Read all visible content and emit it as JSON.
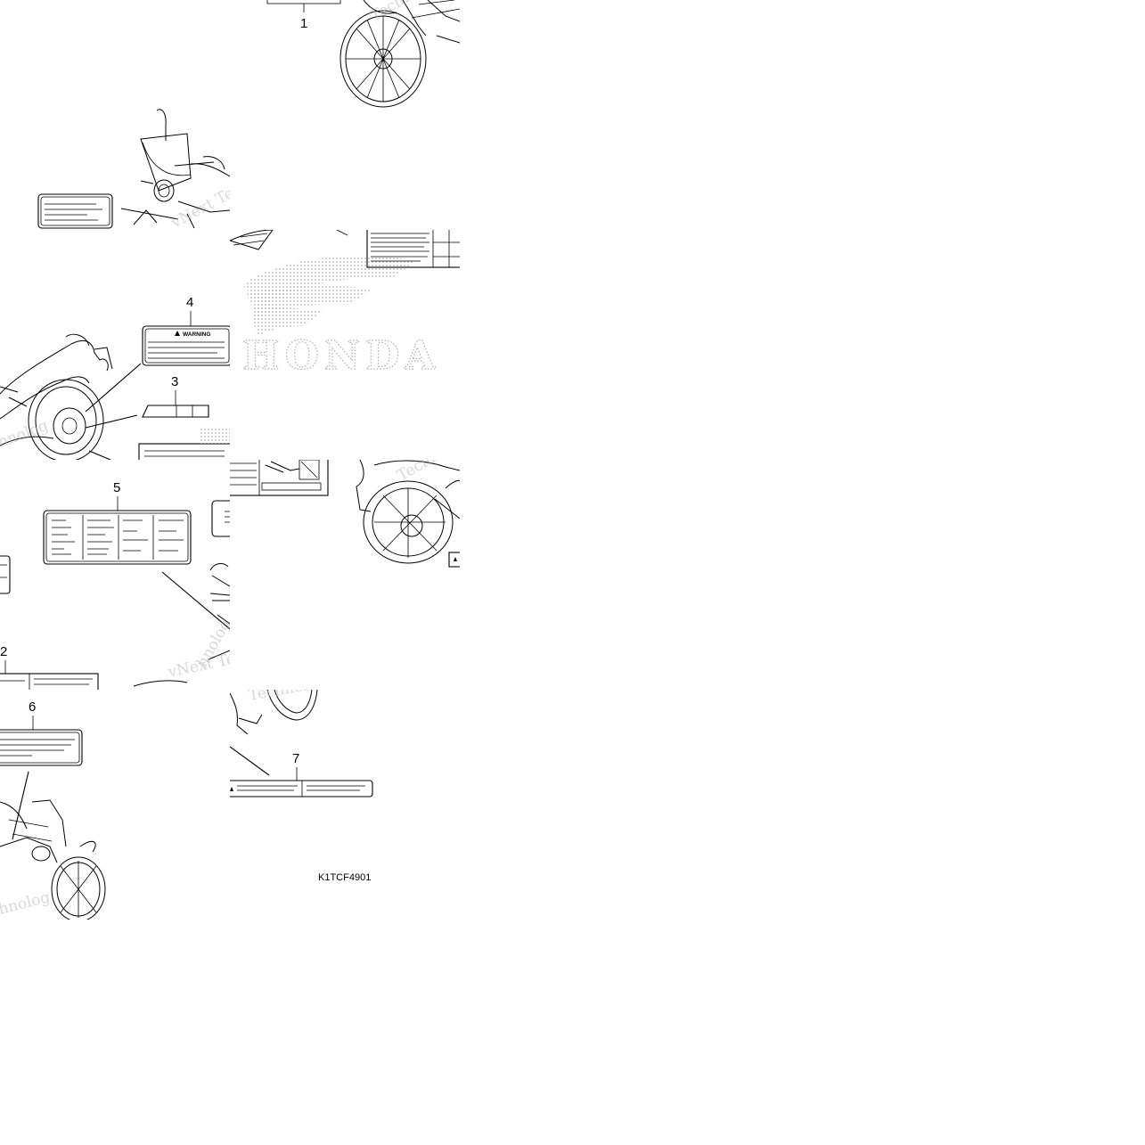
{
  "callouts": {
    "n1": "1",
    "n2": "2",
    "n3": "3",
    "n4": "4",
    "n5": "5",
    "n6": "6",
    "n7": "7"
  },
  "label_4": {
    "heading": "WARNING"
  },
  "watermark": {
    "brand": "HONDA",
    "text_a": "vNext Tec",
    "text_b": "Technolo",
    "text_c": "hnolog"
  },
  "diagram_code": "K1TCF4901"
}
